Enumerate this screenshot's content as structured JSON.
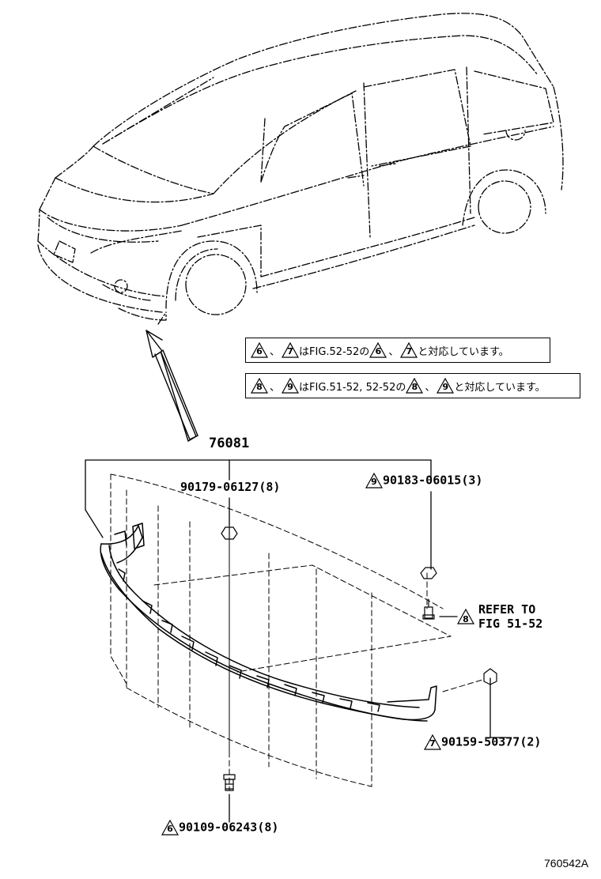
{
  "figure_id": "760542A",
  "assembly_number": "76081",
  "notes": [
    {
      "marks": [
        "6",
        "7"
      ],
      "text": "はFIG.52-52の",
      "marks_after": [
        "6",
        "7"
      ],
      "tail": "と対応しています。"
    },
    {
      "marks": [
        "8",
        "9"
      ],
      "text": "はFIG.51-52, 52-52の",
      "marks_after": [
        "8",
        "9"
      ],
      "tail": "と対応しています。"
    }
  ],
  "parts": [
    {
      "mark": "",
      "number": "90179-06127",
      "qty": "(8)"
    },
    {
      "mark": "9",
      "number": "90183-06015",
      "qty": "(3)"
    },
    {
      "mark": "7",
      "number": "90159-50377",
      "qty": "(2)"
    },
    {
      "mark": "6",
      "number": "90109-06243",
      "qty": "(8)"
    }
  ],
  "refer": {
    "mark": "8",
    "line1": "REFER TO",
    "line2": "FIG 51-52"
  },
  "sep": "、"
}
